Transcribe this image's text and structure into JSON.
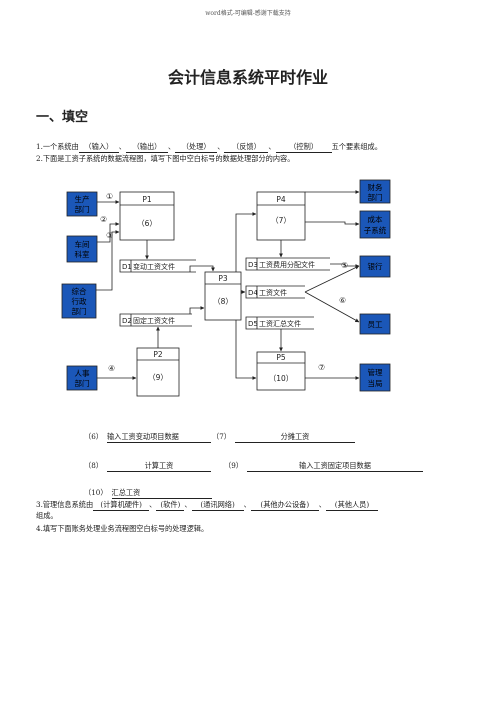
{
  "header": "word格式-可编辑-感谢下载支持",
  "title": "会计信息系统平时作业",
  "section": "一、填空",
  "q1": {
    "pre": "1.一个系统由",
    "blanks": [
      "（输入）",
      "（输出）",
      "（处理）",
      "（反馈）",
      "（控制）"
    ],
    "sep": "、",
    "post": "五个要素组成。"
  },
  "q2": "2.下面是工资子系统的数据流程图，填写下图中空白标号的数据处理部分的内容。",
  "diagram": {
    "externals": {
      "prod": [
        "生产",
        "部门"
      ],
      "workshop": [
        "车间",
        "科室"
      ],
      "admin": [
        "综合",
        "行政",
        "部门"
      ],
      "hr": [
        "人事",
        "部门"
      ],
      "finance": [
        "财务",
        "部门"
      ],
      "cost": [
        "成本",
        "子系统"
      ],
      "bank": "银行",
      "staff": "员工",
      "mgmt": [
        "管理",
        "当局"
      ]
    },
    "processes": {
      "p1": {
        "id": "P1",
        "label": "（6）"
      },
      "p2": {
        "id": "P2",
        "label": "（9）"
      },
      "p3": {
        "id": "P3",
        "label": "（8）"
      },
      "p4": {
        "id": "P4",
        "label": "（7）"
      },
      "p5": {
        "id": "P5",
        "label": "（10）"
      }
    },
    "stores": {
      "d1": {
        "id": "D1",
        "label": "变动工资文件"
      },
      "d2": {
        "id": "D2",
        "label": "固定工资文件"
      },
      "d3": {
        "id": "D3",
        "label": "工资费用分配文件"
      },
      "d4": {
        "id": "D4",
        "label": "工资文件"
      },
      "d5": {
        "id": "D5",
        "label": "工资汇总文件"
      }
    },
    "flows": [
      "①",
      "②",
      "③",
      "④",
      "⑤",
      "⑥",
      "⑦"
    ]
  },
  "answers": [
    {
      "num": "（6）",
      "text": "输入工资变动项目数据"
    },
    {
      "num": "（7）",
      "text": "分摊工资"
    },
    {
      "num": "（8）",
      "text": "计算工资"
    },
    {
      "num": "（9）",
      "text": "输入工资固定项目数据"
    },
    {
      "num": "（10）",
      "text": "汇总工资"
    }
  ],
  "q3": {
    "pre": "3.管理信息系统由",
    "blanks": [
      "(计算机硬件)",
      "(软件)",
      "(通讯网络)",
      "(其他办公设备)",
      "(其他人员)"
    ],
    "sep": "、",
    "post": "组成。"
  },
  "q4": "4.填写下面账务处理业务流程图空白标号的处理逻辑。"
}
